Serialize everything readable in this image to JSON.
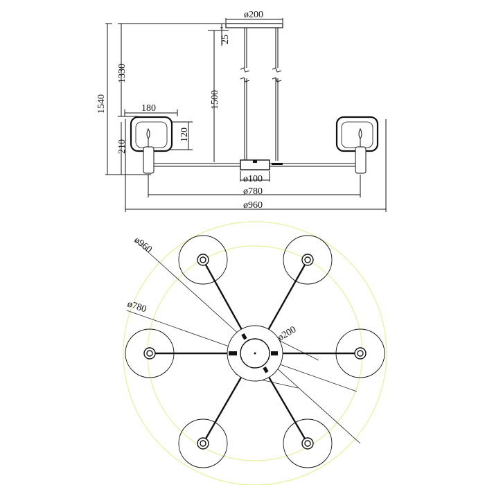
{
  "side_view": {
    "canopy_diameter": "ø200",
    "canopy_height": "25",
    "overall_height": "1540",
    "upper_height": "1330",
    "drop_length": "1500",
    "shade_width": "180",
    "shade_height": "120",
    "lower_height": "210",
    "hub_diameter": "ø100",
    "arm_span": "ø780",
    "total_span": "ø960"
  },
  "top_view": {
    "outer_diameter": "ø960",
    "mid_diameter": "ø780",
    "canopy_diameter": "ø200"
  },
  "colors": {
    "ink": "#111111",
    "guide_circle": "#e8ef9a"
  }
}
